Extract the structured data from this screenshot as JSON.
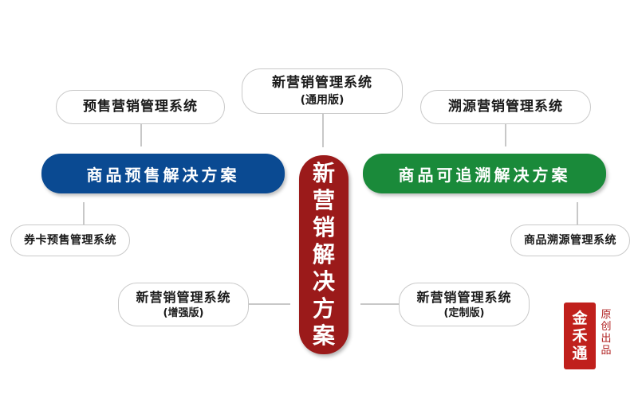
{
  "diagram": {
    "center": {
      "chars": [
        "新",
        "营",
        "销",
        "解",
        "决",
        "方",
        "案"
      ],
      "color": "#9b1a1a"
    },
    "left_solution": {
      "label": "商品预售解决方案",
      "color": "#0a4a92"
    },
    "right_solution": {
      "label": "商品可追溯解决方案",
      "color": "#1a8a3a"
    },
    "top_center": {
      "label": "新营销管理系统",
      "sub": "(通用版)"
    },
    "top_left": {
      "label": "预售营销管理系统"
    },
    "top_right": {
      "label": "溯源营销管理系统"
    },
    "left_sub": {
      "label": "券卡预售管理系统"
    },
    "right_sub": {
      "label": "商品溯源管理系统"
    },
    "bottom_left": {
      "label": "新营销管理系统",
      "sub": "(增强版)"
    },
    "bottom_right": {
      "label": "新营销管理系统",
      "sub": "(定制版)"
    },
    "seal": {
      "chars": [
        "金",
        "禾",
        "通"
      ],
      "color": "#c0201c"
    },
    "side_text": {
      "chars": [
        "原",
        "创",
        "出",
        "品"
      ],
      "color": "#b02020"
    }
  }
}
